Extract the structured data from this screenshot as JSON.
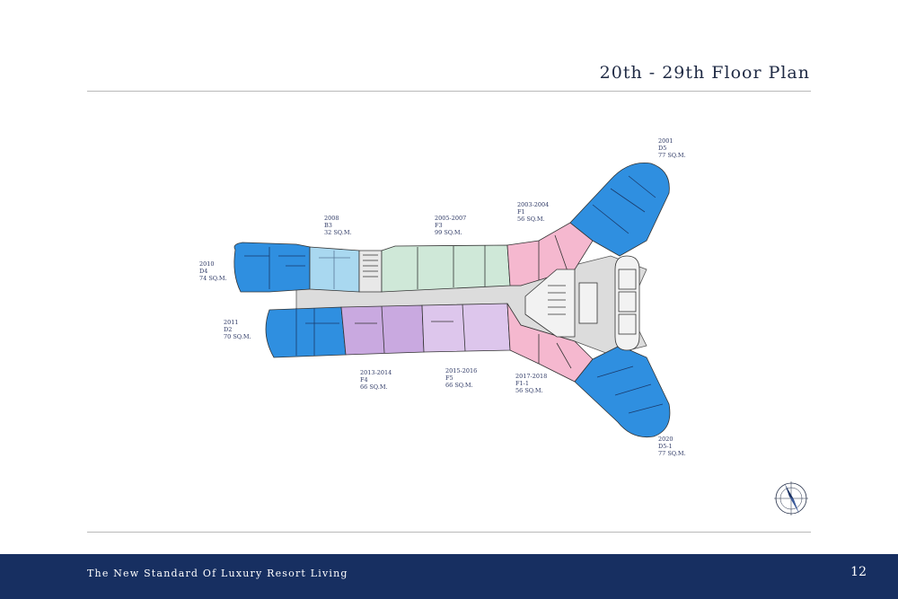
{
  "page": {
    "title": "20th - 29th Floor Plan",
    "tagline": "The New Standard Of Luxury Resort Living",
    "page_number": "12"
  },
  "units": [
    {
      "id": "2001",
      "type": "D5",
      "area": "77 SQ.M."
    },
    {
      "id": "2003-2004",
      "type": "F1",
      "area": "56 SQ.M."
    },
    {
      "id": "2005-2007",
      "type": "F3",
      "area": "99 SQ.M."
    },
    {
      "id": "2008",
      "type": "B3",
      "area": "32 SQ.M."
    },
    {
      "id": "2010",
      "type": "D4",
      "area": "74 SQ.M."
    },
    {
      "id": "2011",
      "type": "D2",
      "area": "70 SQ.M."
    },
    {
      "id": "2013-2014",
      "type": "F4",
      "area": "66 SQ.M."
    },
    {
      "id": "2015-2016",
      "type": "F5",
      "area": "66  SQ.M."
    },
    {
      "id": "2017-2018",
      "type": "F1-1",
      "area": "56 SQ.M."
    },
    {
      "id": "2020",
      "type": "D5-1",
      "area": "77 SQ.M."
    }
  ],
  "colors": {
    "blue_unit": "#2f8fe0",
    "light_blue_unit": "#a9d8f0",
    "green_unit": "#cfe8d8",
    "pink_unit": "#f5b8cf",
    "purple_unit": "#c9a9e0",
    "lavender_unit": "#ddc6ec",
    "corridor": "#dcdcdc",
    "footer": "#172f61",
    "text": "#2f3a66"
  }
}
